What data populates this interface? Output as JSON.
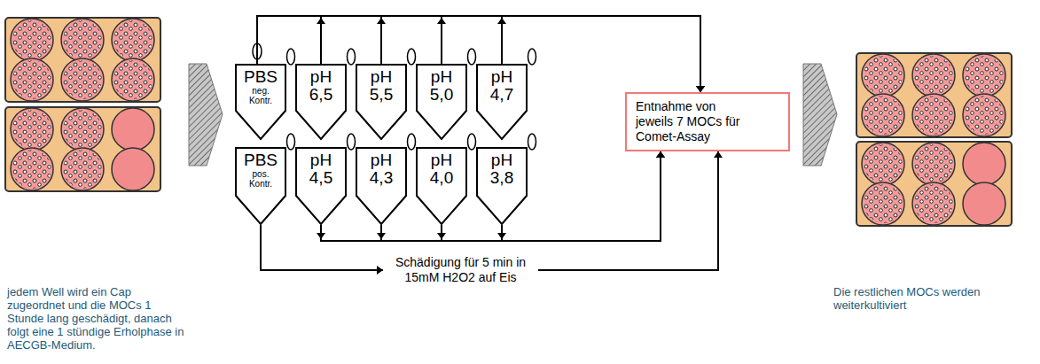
{
  "diagram": {
    "nodes": [
      {
        "text": [
          "PBS",
          "neg. Kontr."
        ]
      },
      {
        "text": [
          "pH 6,5"
        ]
      },
      {
        "text": [
          "pH 5,5"
        ]
      },
      {
        "text": [
          "pH 5,0"
        ]
      },
      {
        "text": [
          "pH 4,7"
        ]
      },
      {
        "text": [
          "PBS",
          "pos. Kontr."
        ]
      },
      {
        "text": [
          "pH 4,5"
        ]
      },
      {
        "text": [
          "pH 4,3"
        ]
      },
      {
        "text": [
          "pH 4,0"
        ]
      },
      {
        "text": [
          "pH 3,8"
        ]
      },
      {
        "text": [
          "Entnahme von jeweils 7 MOCs für Comet-Assay"
        ]
      },
      {
        "text": [
          "Schädigung für 5 min in 15mM H2O2 auf Eis"
        ]
      }
    ],
    "edges": [
      {
        "from": 0,
        "to": 10,
        "arrow": "to"
      },
      {
        "from": 1,
        "to": 10,
        "arrow": "to"
      },
      {
        "from": 2,
        "to": 10,
        "arrow": "to"
      },
      {
        "from": 3,
        "to": 10,
        "arrow": "to"
      },
      {
        "from": 4,
        "to": 10,
        "arrow": "to"
      },
      {
        "from": 6,
        "to": 10,
        "arrow": "to"
      },
      {
        "from": 7,
        "to": 10,
        "arrow": "to"
      },
      {
        "from": 8,
        "to": 10,
        "arrow": "to"
      },
      {
        "from": 9,
        "to": 10,
        "arrow": "to"
      },
      {
        "from": 5,
        "to": 11,
        "arrow": "to"
      },
      {
        "from": 11,
        "to": 10,
        "arrow": "to"
      }
    ],
    "labels": [
      "jedem Well wird ein Cap zugeordnet und die MOCs 1 Stunde lang geschädigt, danach folgt eine 1 stündige Erholphase in AECGB-Medium.",
      "Die restlichen MOCs werden weiterkultiviert"
    ]
  }
}
